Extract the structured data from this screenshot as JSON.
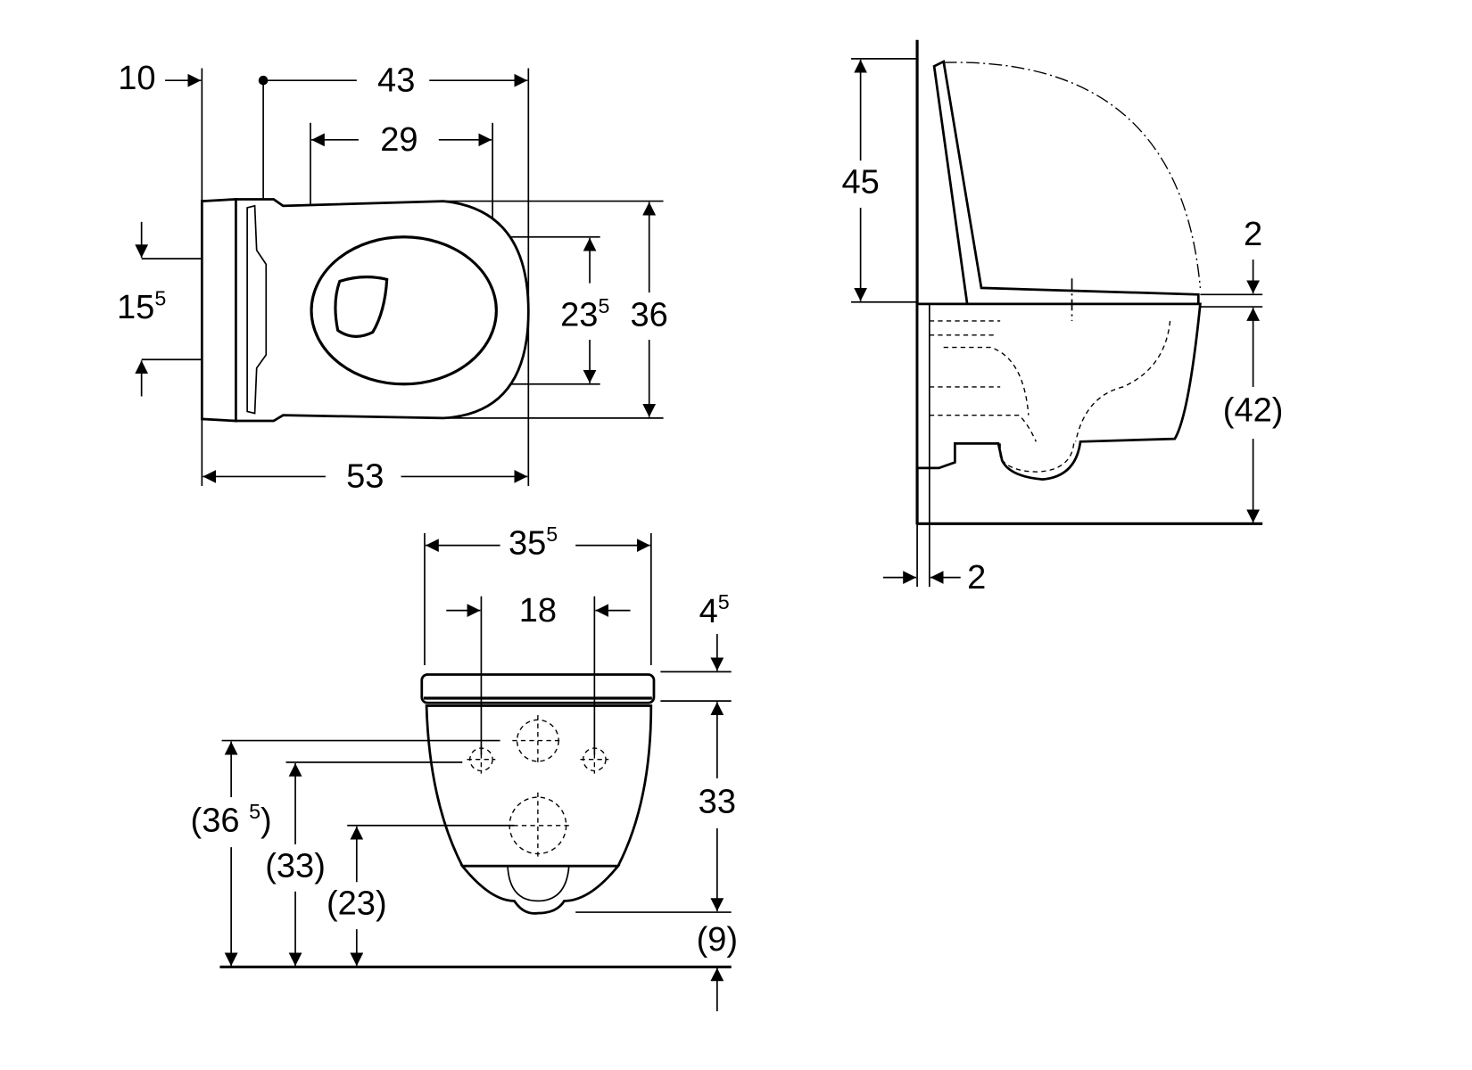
{
  "top_view": {
    "dim_10": "10",
    "dim_43": "43",
    "dim_29": "29",
    "dim_15_5": {
      "main": "15",
      "sup": "5"
    },
    "dim_23_5": {
      "main": "23",
      "sup": "5"
    },
    "dim_36": "36",
    "dim_53": "53"
  },
  "side_view": {
    "dim_45": "45",
    "dim_2_top": "2",
    "dim_42": "(42)",
    "dim_2_bottom": "2"
  },
  "front_view": {
    "dim_35_5": {
      "main": "35",
      "sup": "5"
    },
    "dim_18": "18",
    "dim_4_5": {
      "main": "4",
      "sup": "5"
    },
    "dim_33": "33",
    "dim_9": "(9)",
    "dim_36_5": {
      "main": "(36 ",
      "sup": "5",
      "tail": ")"
    },
    "dim_33_paren": "(33)",
    "dim_23_paren": "(23)"
  }
}
